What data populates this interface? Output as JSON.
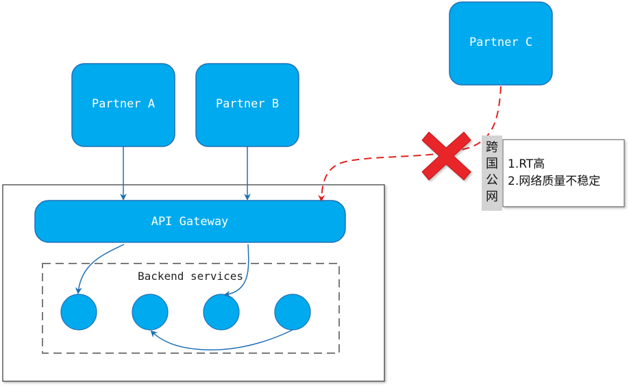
{
  "colors": {
    "node_fill": "#00aaee",
    "node_stroke": "#1f6fb5",
    "arrow": "#1f6fb5",
    "failure": "#e11f1f"
  },
  "nodes": {
    "partner_a": "Partner A",
    "partner_b": "Partner B",
    "partner_c": "Partner C",
    "gateway": "API Gateway",
    "backend": "Backend services"
  },
  "cross_border_label": [
    "跨",
    "国",
    "公",
    "网"
  ],
  "issues": [
    "1.RT高",
    "2.网络质量不稳定"
  ],
  "icons": {
    "failure": "x-mark-icon"
  }
}
